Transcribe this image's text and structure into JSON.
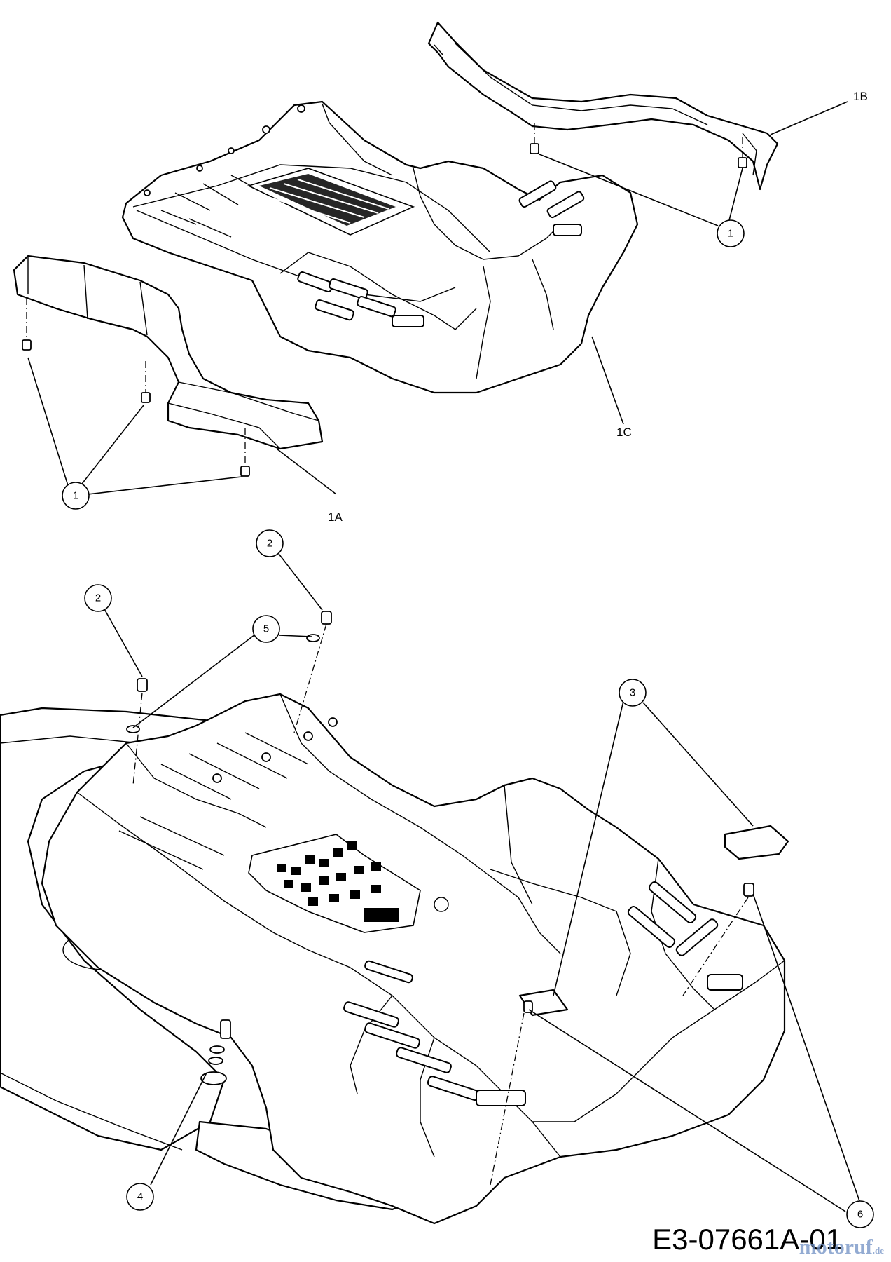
{
  "callouts": {
    "top_1_right": "1",
    "top_1_left": "1",
    "bottom_2_upper": "2",
    "bottom_2_left": "2",
    "bottom_5": "5",
    "bottom_3": "3",
    "bottom_4": "4",
    "bottom_6": "6"
  },
  "part_labels": {
    "label_1a": "1A",
    "label_1b": "1B",
    "label_1c": "1C"
  },
  "drawing_number": "E3-07661A-01",
  "watermark": {
    "brand": "motoruf",
    "suffix": ".de"
  }
}
